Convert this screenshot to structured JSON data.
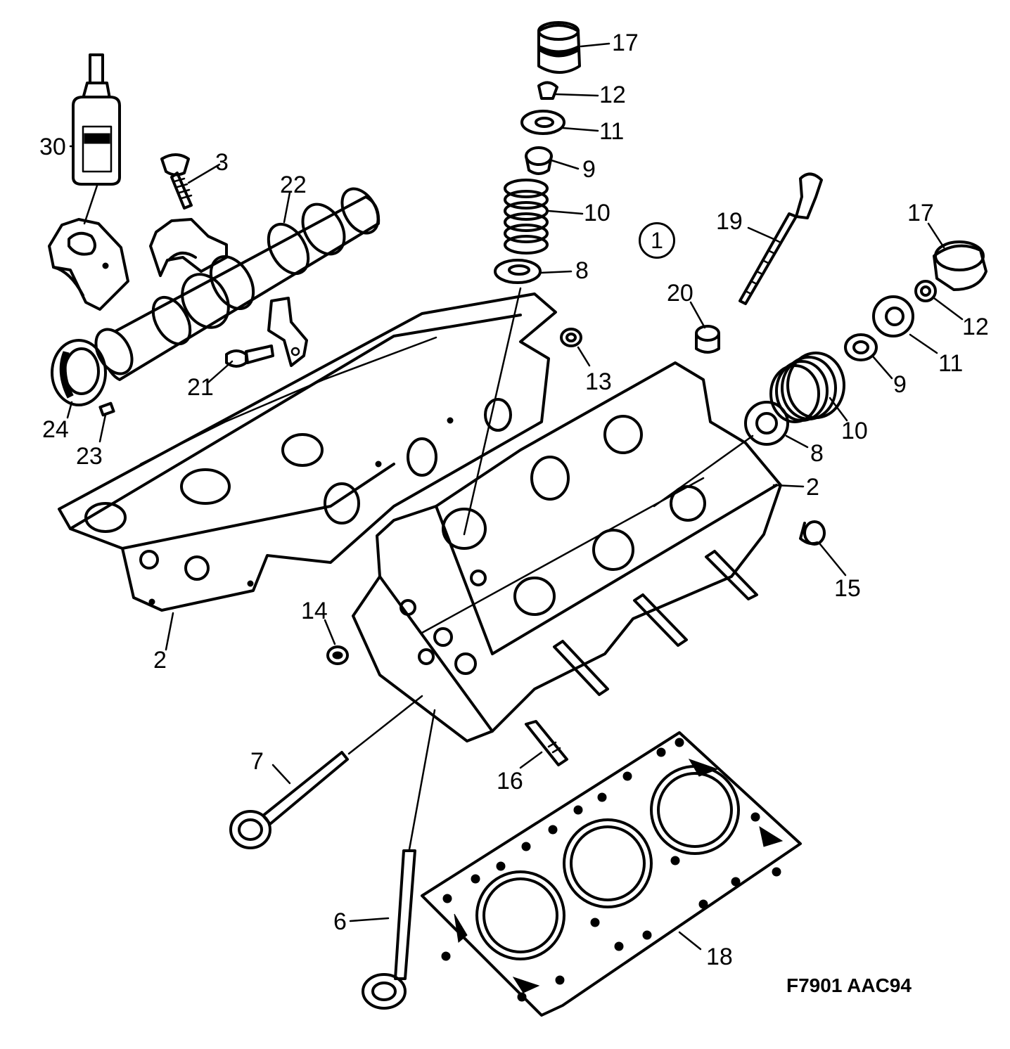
{
  "figure_code": "F7901  AAC94",
  "assembly_marker": "1",
  "callouts": {
    "c30": "30",
    "c3": "3",
    "c22": "22",
    "c21": "21",
    "c24": "24",
    "c23": "23",
    "c2_left": "2",
    "c2_right": "2",
    "c14": "14",
    "c7": "7",
    "c6": "6",
    "c16": "16",
    "c17_top": "17",
    "c12_top": "12",
    "c11_top": "11",
    "c9_top": "9",
    "c10_top": "10",
    "c8_top": "8",
    "c19": "19",
    "c20": "20",
    "c13": "13",
    "c17_right": "17",
    "c12_right": "12",
    "c11_right": "11",
    "c9_right": "9",
    "c10_right": "10",
    "c8_right": "8",
    "c15": "15",
    "c18": "18"
  }
}
